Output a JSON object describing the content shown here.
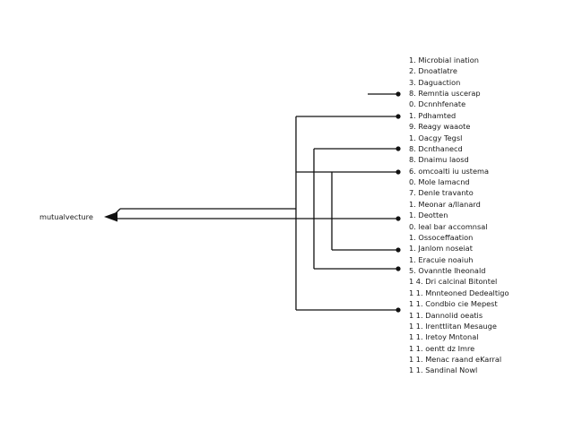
{
  "diagram": {
    "root_label": "mutualvecture",
    "items": [
      "1. Microbial ination",
      "2. Dnoatlatre",
      "3. Daguaction",
      "8. Remntia uscerap",
      "0. Dcnnhfenate",
      "1. Pdhamted",
      "9. Reagy waaote",
      "1. Oacgy Tegsl",
      "8. Dcnthanecd",
      "8. Dnaimu laosd",
      "6. omcoalti iu ustema",
      "0. Mole lamacnd",
      "7. Denle travanto",
      "1. Meonar a/Ilanard",
      "1. Deotten",
      "0. leal bar accomnsal",
      "1. Ossoceffaation",
      "1. Janlom noseiat",
      "1. Eracuie noaiuh",
      "5. Ovanntle lheonald",
      "1 4. Dri calcinal Bitontel",
      "1 1. Mnnteoned Dedealtigo",
      "1 1. Condbio cie Mepest",
      "1 1. Dannolid oeatis",
      "1 1. Irenttlitan Mesauge",
      "1 1. Iretoy Mntonal",
      "1 1. oentt dz Imre",
      "1 1. Menac raand eKarral",
      "1 1. Sandinal Nowl"
    ]
  }
}
